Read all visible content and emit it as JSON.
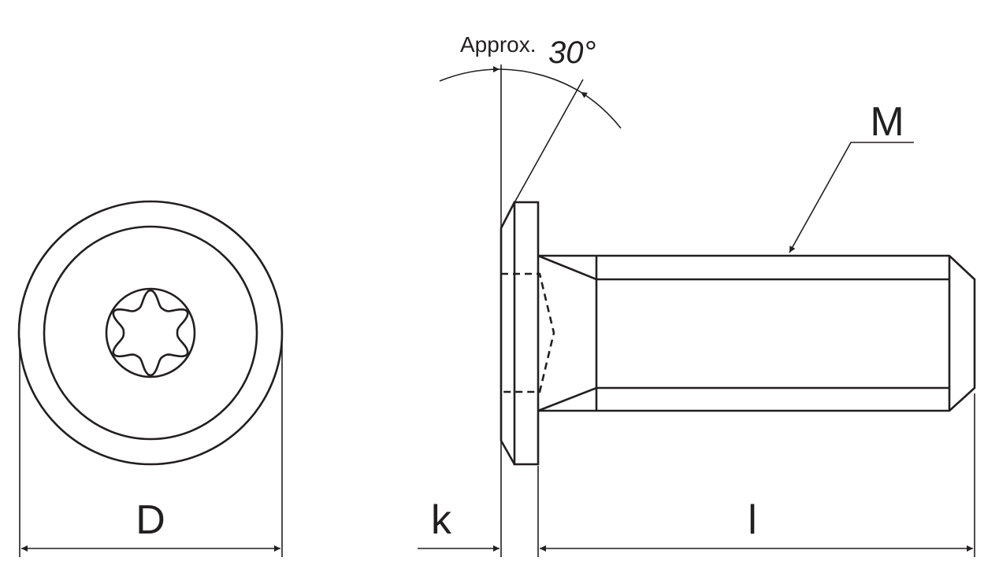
{
  "labels": {
    "diameter": "D",
    "head_height": "k",
    "length": "l",
    "thread": "M",
    "angle_prefix": "Approx.",
    "angle_value": "30°"
  },
  "drive_type_icon": "torx-six-lobe-icon",
  "line_color": "#231f20"
}
